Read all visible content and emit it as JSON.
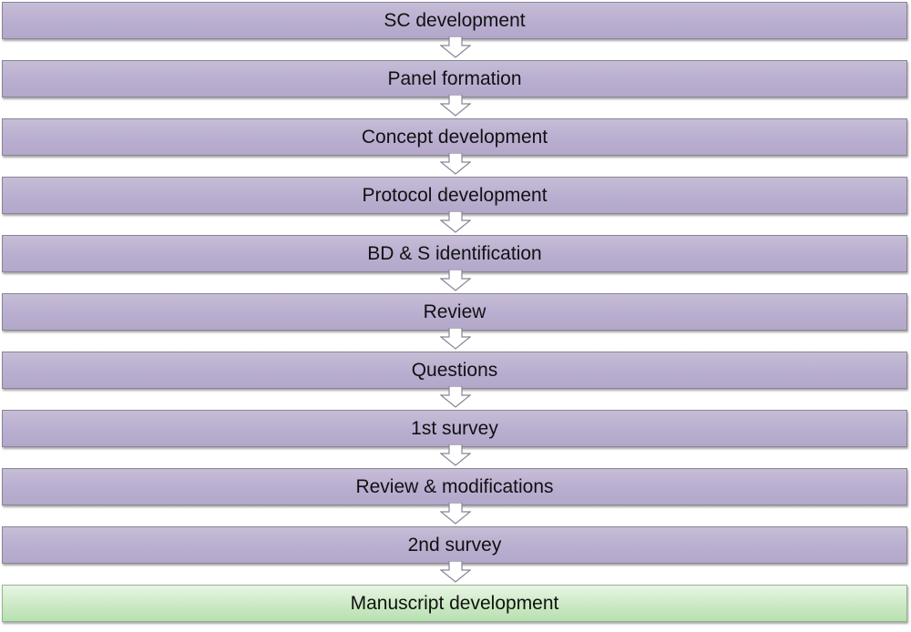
{
  "steps": [
    {
      "label": "SC development"
    },
    {
      "label": "Panel formation"
    },
    {
      "label": "Concept development"
    },
    {
      "label": "Protocol development"
    },
    {
      "label": "BD & S identification"
    },
    {
      "label": "Review"
    },
    {
      "label": "Questions"
    },
    {
      "label": "1st survey"
    },
    {
      "label": "Review & modifications"
    },
    {
      "label": "2nd survey"
    },
    {
      "label": "Manuscript development",
      "highlight": true
    }
  ],
  "colors": {
    "step_fill": "#b9aed0",
    "final_fill": "#c9e8c2",
    "arrow_fill": "#ffffff",
    "arrow_stroke": "#8a8496"
  }
}
